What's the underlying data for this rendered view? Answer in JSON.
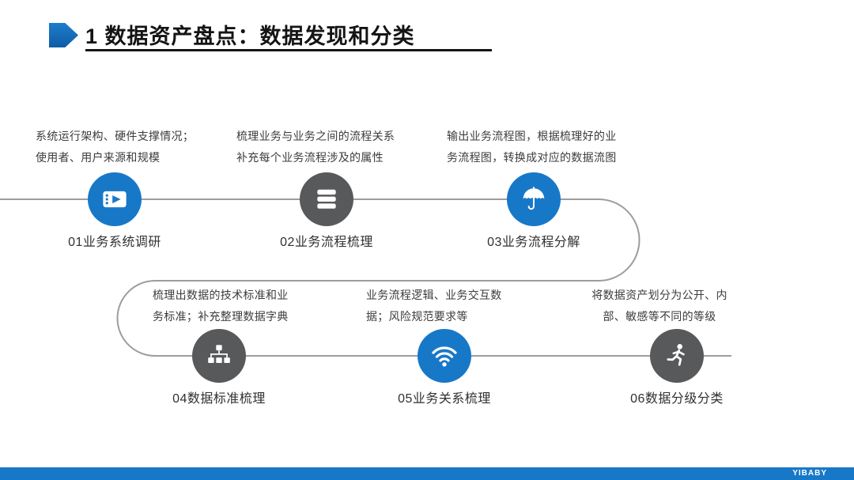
{
  "title": {
    "text": "1 数据资产盘点：数据发现和分类"
  },
  "colors": {
    "accent_blue": "#1878C8",
    "dark_gray": "#58595B",
    "connector": "#9D9D9D",
    "footer_bar": "#1878C8",
    "title_underline": "#141414"
  },
  "footer": {
    "brand": "YIBABY"
  },
  "steps": [
    {
      "label": "01业务系统调研",
      "icon": "video-icon",
      "color": "#1878C8",
      "desc_lines": [
        "系统运行架构、硬件支撑情况；",
        "使用者、用户来源和规模"
      ]
    },
    {
      "label": "02业务流程梳理",
      "icon": "layers-icon",
      "color": "#58595B",
      "desc_lines": [
        "梳理业务与业务之间的流程关系",
        "补充每个业务流程涉及的属性"
      ]
    },
    {
      "label": "03业务流程分解",
      "icon": "umbrella-icon",
      "color": "#1878C8",
      "desc_lines": [
        "输出业务流程图，根据梳理好的业",
        "务流程图，转换成对应的数据流图"
      ]
    },
    {
      "label": "04数据标准梳理",
      "icon": "sitemap-icon",
      "color": "#58595B",
      "desc_lines": [
        "梳理出数据的技术标准和业",
        "务标准；补充整理数据字典"
      ]
    },
    {
      "label": "05业务关系梳理",
      "icon": "wifi-icon",
      "color": "#1878C8",
      "desc_lines": [
        "业务流程逻辑、业务交互数",
        "据；风险规范要求等"
      ]
    },
    {
      "label": "06数据分级分类",
      "icon": "running-person-icon",
      "color": "#58595B",
      "desc_lines": [
        "将数据资产划分为公开、内",
        "部、敏感等不同的等级"
      ]
    }
  ]
}
